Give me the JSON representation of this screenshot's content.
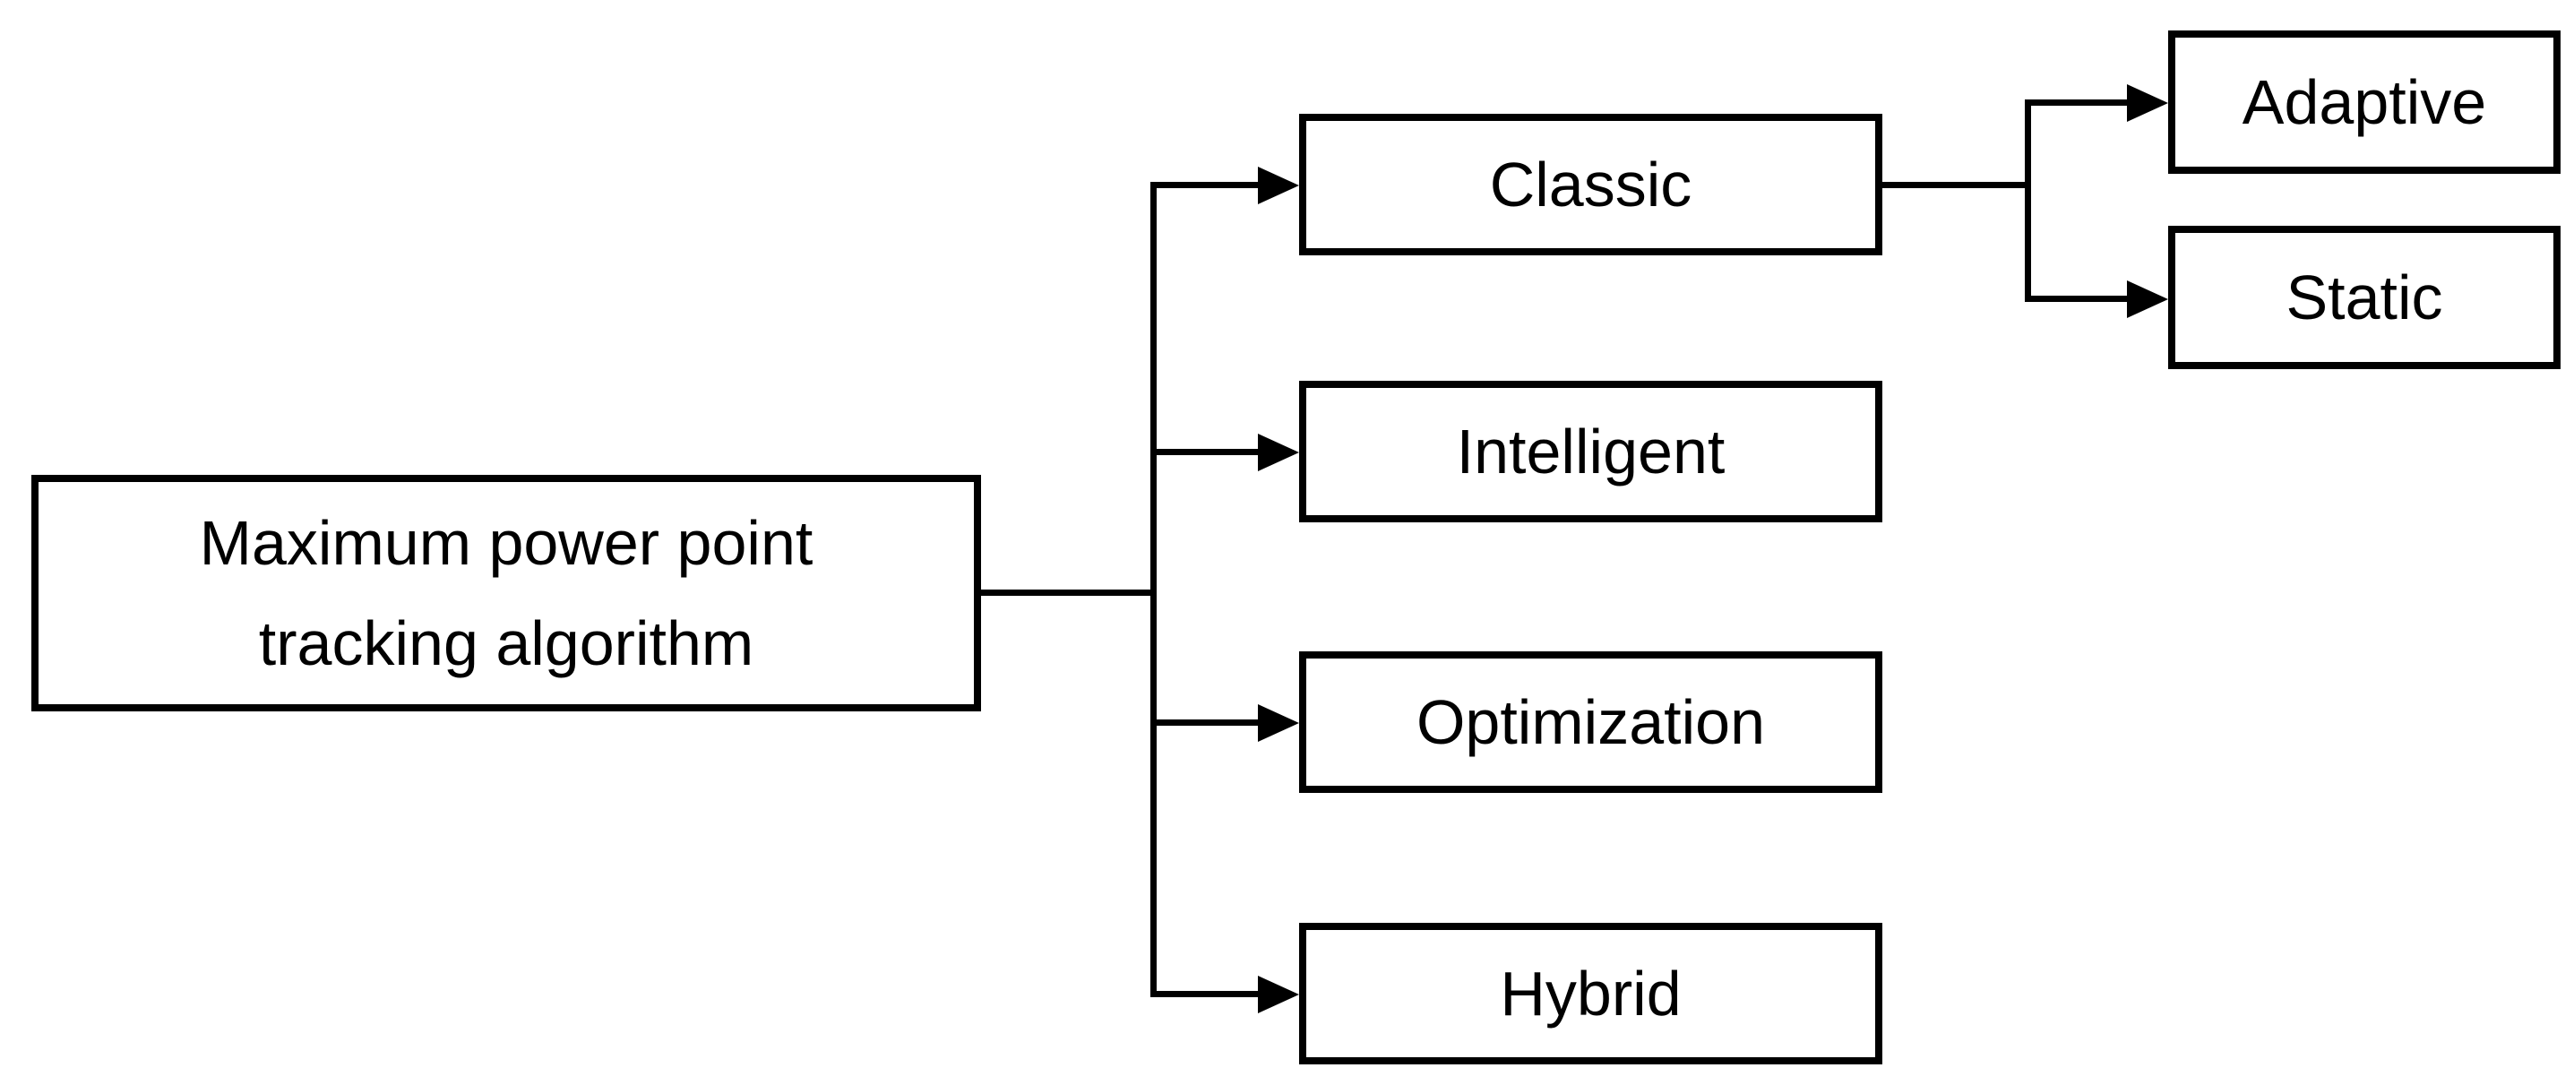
{
  "diagram": {
    "type": "flowchart",
    "root": {
      "label": "Maximum power point tracking algorithm"
    },
    "branches": [
      {
        "label": "Classic"
      },
      {
        "label": "Intelligent"
      },
      {
        "label": "Optimization"
      },
      {
        "label": "Hybrid"
      }
    ],
    "classic_children": [
      {
        "label": "Adaptive"
      },
      {
        "label": "Static"
      }
    ],
    "edges": [
      {
        "from": "Maximum power point tracking algorithm",
        "to": "Classic"
      },
      {
        "from": "Maximum power point tracking algorithm",
        "to": "Intelligent"
      },
      {
        "from": "Maximum power point tracking algorithm",
        "to": "Optimization"
      },
      {
        "from": "Maximum power point tracking algorithm",
        "to": "Hybrid"
      },
      {
        "from": "Classic",
        "to": "Adaptive"
      },
      {
        "from": "Classic",
        "to": "Static"
      }
    ],
    "colors": {
      "background": "#ffffff",
      "box_fill": "#ffffff",
      "box_border": "#000000",
      "line": "#000000",
      "text": "#000000"
    }
  }
}
